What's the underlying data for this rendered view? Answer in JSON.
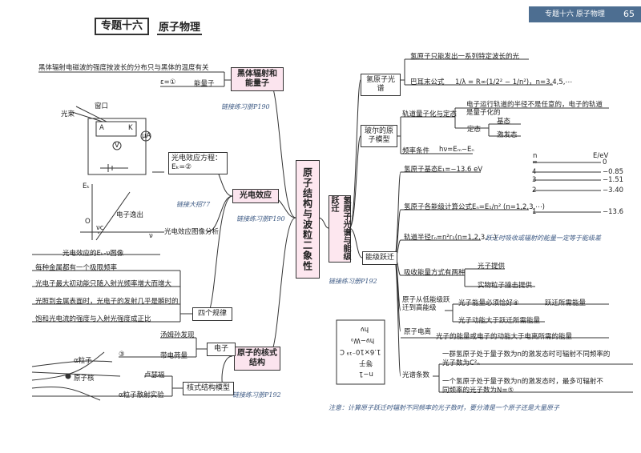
{
  "header": {
    "tag": "专题十六 原子物理",
    "page_number": "65"
  },
  "title": {
    "badge": "专题十六",
    "name": "原子物理"
  },
  "center": "原子结构与波粒二象性",
  "branches": {
    "blackbody": {
      "label": "黑体辐射和能量子",
      "leaf1": "黑体辐射电磁波的强度按波长的分布只与黑体的温度有关",
      "leaf2_prefix": "ε=①",
      "leaf2": "能量子",
      "note": "链接练习册P190"
    },
    "photo": {
      "label": "光电效应",
      "eq_title": "光电效应方程：",
      "eq": "Eₖ=②",
      "analysis": "光电效应图像分析",
      "caption": "光电效应的Eₖ-ν图像",
      "link1": "链接大招77",
      "link2": "链接练习册P190",
      "circuit_labels": {
        "source": "光束",
        "window": "窗口",
        "A": "A",
        "K": "K",
        "V": "V",
        "uA": "μA"
      },
      "graph_labels": {
        "ek": "Eₖ",
        "v": "ν",
        "o": "O",
        "vc": "νc",
        "escape": "电子逸出"
      }
    },
    "rules": {
      "label": "四个规律",
      "items": [
        "每种金属都有一个极限频率",
        "光电子最大初动能只随入射光频率增大而增大",
        "光照到金属表面时，光电子的发射几乎是瞬时的",
        "饱和光电流的强度与入射光强度成正比"
      ]
    },
    "nucleus": {
      "label": "原子的核式结构",
      "electron": "电子",
      "thomson": "汤姆孙发现",
      "charge": "带电荷量",
      "charge_num": "③",
      "rutherford": "卢瑟福",
      "model": "核式结构模型",
      "exp": "α粒子散射实验",
      "note": "链接练习册P192",
      "drawing_labels": {
        "alpha": "α粒子",
        "nucleus": "原子核"
      }
    },
    "spectrum": {
      "label": "氢原子光谱",
      "leaf1": "氢原子只能发出一系列特定波长的光",
      "balmer": "巴耳末公式",
      "balmer_formula": "1/λ = R∞(1/2² − 1/n²)，n=3,4,5,⋯"
    },
    "bohr": {
      "label": "玻尔的原子模型",
      "quant": "轨道量子化与定态",
      "quant_desc1": "电子运行轨道的半径不是任意的，电子的轨道",
      "quant_desc2": "是量子化的",
      "state": "定态",
      "ground": "基态",
      "excited": "激发态",
      "freq": "频率条件",
      "freq_formula": "hν=Eₘ−Eₙ"
    },
    "hydrogen": {
      "label": "氢原子光谱与能级跃迁",
      "note": "链接练习册P192",
      "ground_energy": "氢原子基态E₁=−13.6 eV",
      "levels_formula": "氢原子各能级计算公式Eₙ=E₁/n² (n=1,2,3,⋯)",
      "radius": "轨道半径rₙ=n²r₁(n=1,2,3,⋯)",
      "transition": "能级跃迁",
      "absorb": "吸收能量方式有两种",
      "photon": "光子提供",
      "collision": "实物粒子撞击提供",
      "up": "原子从低能级跃迁到高能级",
      "up_photon": "光子能量必须恰好④",
      "up_photon_tail": "跃迁所需能量",
      "up_electron": "光子动能大于跃迁所需能量",
      "ionize": "原子电离",
      "ionize_desc": "光子的能量或电子的动能大于电离所需的能量",
      "spec_num": "光谱条数",
      "spec1": "一群氢原子处于量子数为n的激发态时可辐射不同频率的",
      "spec1b": "光子数为C²ₙ",
      "spec2": "一个氢原子处于量子数为n的激发态时，最多可辐射不",
      "spec2b": "同频率的光子数为N=⑤",
      "transition_note": "跃迁时吸收或辐射的能量一定等于能级差",
      "footnote": "注意：计算原子跃迁时辐射不同频率的光子数时，要分清是一个原子还是大量原子"
    },
    "answers": [
      "hν",
      "hν−W₀",
      "1.6×10⁻¹⁹ C",
      "等于",
      "n−1"
    ]
  },
  "energy_levels": {
    "unit": "E/eV",
    "n_label": "n",
    "levels": [
      {
        "n": "∞",
        "E": "0"
      },
      {
        "n": "4",
        "E": "−0.85"
      },
      {
        "n": "3",
        "E": "−1.51"
      },
      {
        "n": "2",
        "E": "−3.40"
      },
      {
        "n": "1",
        "E": "−13.6"
      }
    ]
  }
}
